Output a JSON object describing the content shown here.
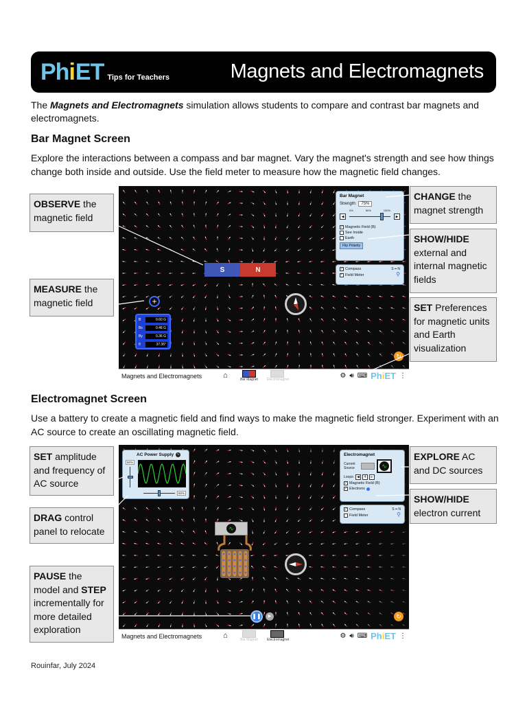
{
  "header": {
    "logo_ph": "Ph",
    "logo_i": "i",
    "logo_et": "ET",
    "logo_tips": "Tips for Teachers",
    "title": "Magnets and Electromagnets"
  },
  "intro": {
    "prefix": "The ",
    "sim_name": "Magnets and Electromagnets",
    "suffix": " simulation allows students to compare and contrast bar magnets and electromagnets."
  },
  "bar_magnet": {
    "heading": "Bar Magnet Screen",
    "description": "Explore the interactions between a compass and bar magnet. Vary the magnet's strength and see how things change both inside and outside. Use the field meter to measure how the magnetic field changes.",
    "callouts": {
      "observe": {
        "bold": "OBSERVE",
        "text": " the magnetic field"
      },
      "measure": {
        "bold": "MEASURE",
        "text": " the magnetic field"
      },
      "change": {
        "bold": "CHANGE",
        "text": " the magnet strength"
      },
      "showhide": {
        "bold": "SHOW/HIDE",
        "text": " external and internal magnetic fields"
      },
      "set": {
        "bold": "SET",
        "text": " Preferences for magnetic units and Earth visualization"
      }
    },
    "panel": {
      "title": "Bar Magnet",
      "strength_label": "Strength:",
      "strength_value": "75%",
      "slider_ticks": [
        "0%",
        "50%",
        "100%"
      ],
      "checks": [
        {
          "label": "Magnetic Field (B)",
          "checked": true
        },
        {
          "label": "See Inside",
          "checked": false
        },
        {
          "label": "Earth",
          "checked": false
        }
      ],
      "flip_button": "Flip Polarity"
    },
    "tools_panel": {
      "checks": [
        {
          "label": "Compass",
          "checked": true
        },
        {
          "label": "Field Meter",
          "checked": true
        }
      ],
      "compass_legend": "S ━ N"
    },
    "magnet": {
      "s": "S",
      "n": "N",
      "strength_fraction": 0.75
    },
    "field_meter": {
      "rows": [
        {
          "label": "B",
          "value": "0.60 G"
        },
        {
          "label": "Bx",
          "value": "0.48 G"
        },
        {
          "label": "By",
          "value": "0.36 G"
        },
        {
          "label": "θ",
          "value": "37.36°"
        }
      ]
    },
    "navbar": {
      "title": "Magnets and Electromagnets",
      "screens": [
        {
          "label": "Bar Magnet",
          "active": true
        },
        {
          "label": "Electromagnet",
          "active": false
        }
      ]
    }
  },
  "electromagnet": {
    "heading": "Electromagnet Screen",
    "description": "Use a battery to create a magnetic field and find ways to make the magnetic field stronger. Experiment with an AC source to create an oscillating magnetic field.",
    "callouts": {
      "set_ac": {
        "bold": "SET",
        "text": " amplitude and frequency of AC source"
      },
      "drag": {
        "bold": "DRAG",
        "text": " control panel to relocate"
      },
      "pause_bold": "PAUSE",
      "pause_mid": " the model and ",
      "step_bold": "STEP",
      "pause_end": " incrementally for more detailed exploration",
      "explore": {
        "bold": "EXPLORE",
        "text": " AC and DC sources"
      },
      "showhide": {
        "bold": "SHOW/HIDE",
        "text": " electron current"
      }
    },
    "ac_panel": {
      "title": "AC Power Supply",
      "amplitude": "50%",
      "frequency": "50%",
      "amplitude_fraction": 0.5,
      "frequency_fraction": 0.5
    },
    "panel": {
      "title": "Electromagnet",
      "current_source_label": "Current Source",
      "loops_label": "Loops:",
      "loops_value": "4",
      "checks": [
        {
          "label": "Magnetic Field (B)",
          "checked": true
        },
        {
          "label": "Electrons",
          "checked": true
        }
      ]
    },
    "tools_panel": {
      "checks": [
        {
          "label": "Compass",
          "checked": true
        },
        {
          "label": "Field Meter",
          "checked": false
        }
      ],
      "compass_legend": "S ━ N"
    },
    "navbar": {
      "title": "Magnets and Electromagnets",
      "screens": [
        {
          "label": "Bar Magnet",
          "active": false
        },
        {
          "label": "Electromagnet",
          "active": true
        }
      ]
    }
  },
  "footer": {
    "text": "Rouinfar, July 2024"
  },
  "colors": {
    "phet_blue": "#6fc4ea",
    "phet_yellow": "#f7d431",
    "magnet_south": "#3f58b8",
    "magnet_north": "#c83a2e",
    "reset_orange": "#f39a1e",
    "panel_bg": "#d9e8f5"
  }
}
